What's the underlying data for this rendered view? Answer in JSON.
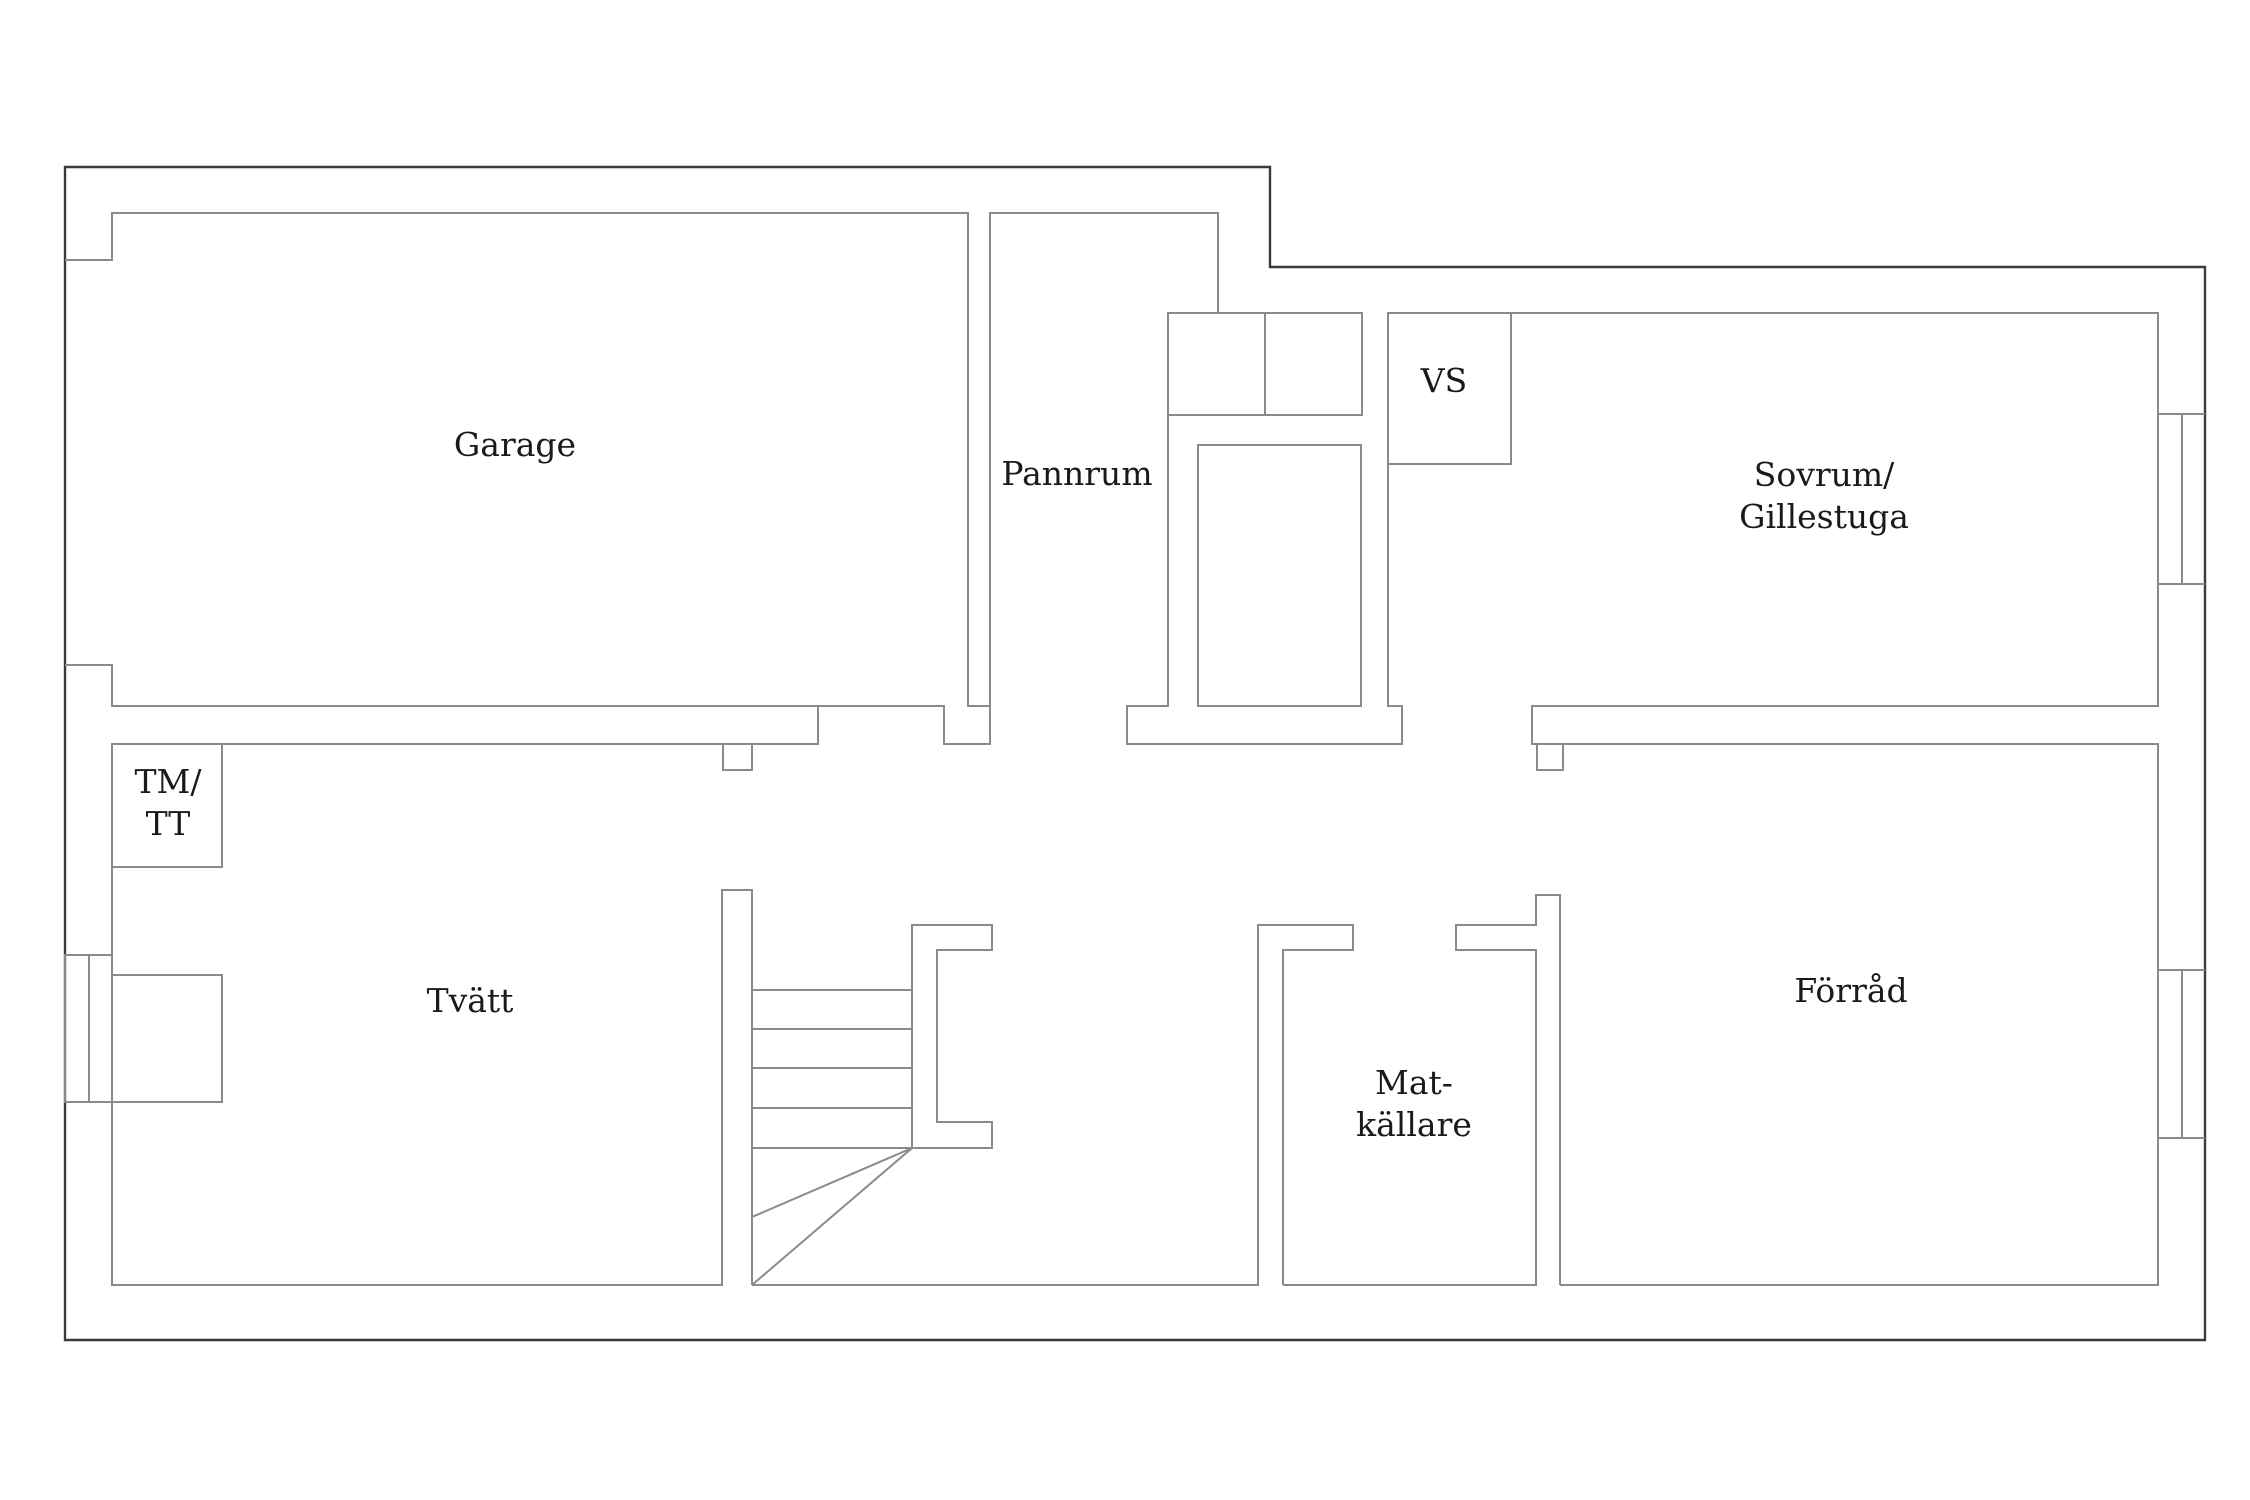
{
  "rooms": {
    "garage": "Garage",
    "pannrum": "Pannrum",
    "vs": "VS",
    "sovrum_line1": "Sovrum/",
    "sovrum_line2": "Gillestuga",
    "tmtt_line1": "TM/",
    "tmtt_line2": "TT",
    "tvatt": "Tvätt",
    "forrad": "Förråd",
    "matkallare_line1": "Mat-",
    "matkallare_line2": "källare"
  },
  "colors": {
    "wall": "#8a8a8a",
    "outer_wall": "#3a3a3a",
    "text": "#1a1a1a",
    "background": "#ffffff"
  }
}
